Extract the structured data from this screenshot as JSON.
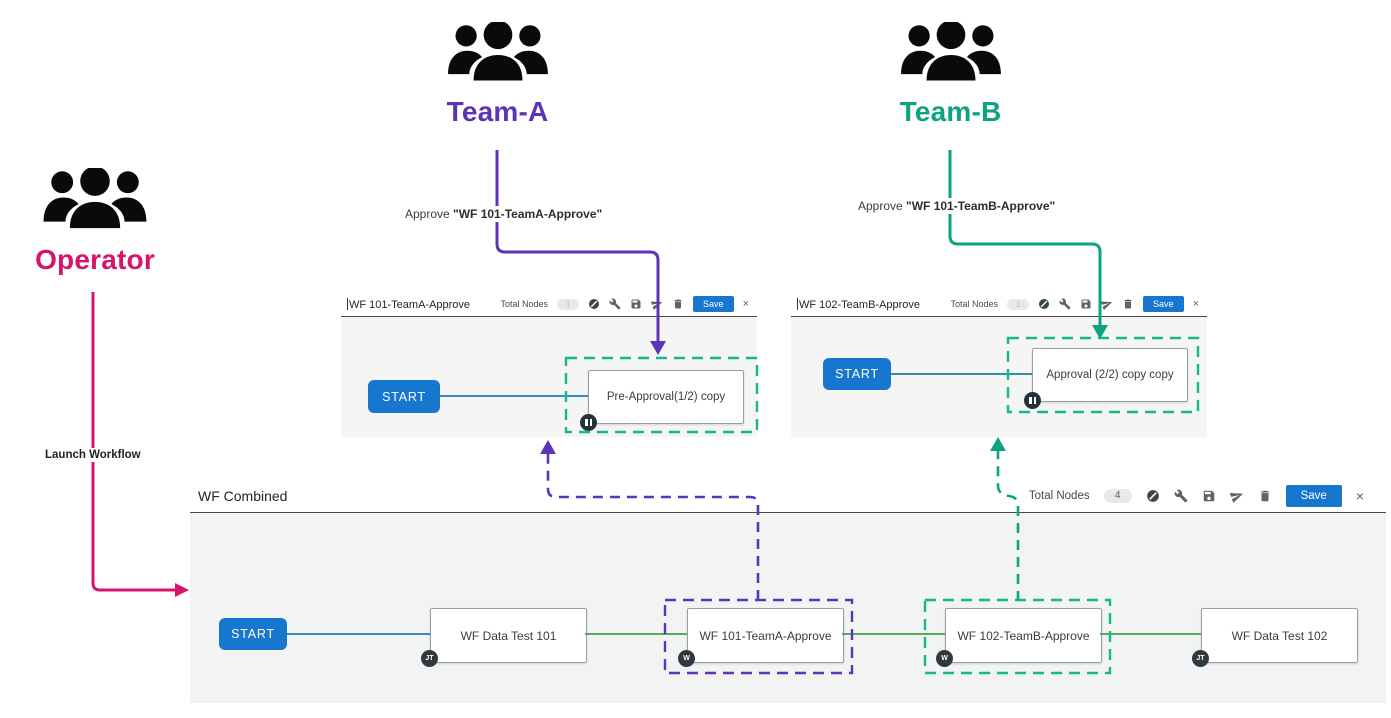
{
  "actors": {
    "operator": {
      "label": "Operator",
      "action_label": "Launch Workflow",
      "color": "#d6146c"
    },
    "team_a": {
      "label": "Team-A",
      "approve_prefix": "Approve ",
      "approve_target": "\"WF 101-TeamA-Approve\"",
      "color": "#5d33b8"
    },
    "team_b": {
      "label": "Team-B",
      "approve_prefix": "Approve ",
      "approve_target": "\"WF 101-TeamB-Approve\"",
      "color": "#0ba47e"
    }
  },
  "panels": {
    "wf101": {
      "title": "WF 101-TeamA-Approve",
      "total_nodes_label": "Total Nodes",
      "total_nodes_count": "1",
      "save_label": "Save",
      "close_label": "×",
      "start_label": "START",
      "node_label": "Pre-Approval(1/2) copy"
    },
    "wf102": {
      "title": "WF 102-TeamB-Approve",
      "total_nodes_label": "Total Nodes",
      "total_nodes_count": "1",
      "save_label": "Save",
      "close_label": "×",
      "start_label": "START",
      "node_label": "Approval (2/2) copy copy"
    },
    "combined": {
      "title": "WF Combined",
      "total_nodes_label": "Total Nodes",
      "total_nodes_count": "4",
      "save_label": "Save",
      "close_label": "×",
      "start_label": "START",
      "nodes": [
        {
          "label": "WF Data Test 101",
          "badge": "JT"
        },
        {
          "label": "WF 101-TeamA-Approve",
          "badge": "W"
        },
        {
          "label": "WF 102-TeamB-Approve",
          "badge": "W"
        },
        {
          "label": "WF Data Test 102",
          "badge": "JT"
        }
      ]
    }
  },
  "header_icons": [
    "block-icon",
    "wrench-icon",
    "save-disk-icon",
    "send-icon",
    "trash-icon"
  ],
  "colors": {
    "operator_pink": "#d6146c",
    "team_a_purple": "#5d33b8",
    "team_b_green": "#0ba47e",
    "selection_teal": "#14b88a",
    "primary_blue": "#1777cf",
    "edge_blue": "#1f78c1",
    "edge_green": "#43a047",
    "edge_teal": "#17808d"
  }
}
